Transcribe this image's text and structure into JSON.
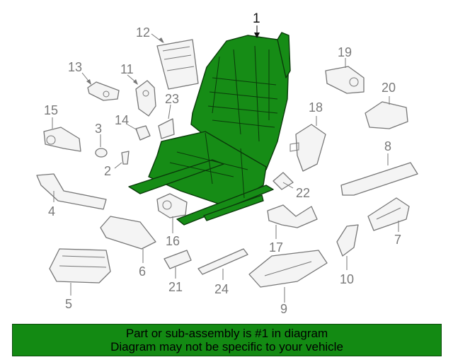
{
  "colors": {
    "highlight": "#168c16",
    "highlight_stroke": "#0a3a0a",
    "part_stroke": "#777777",
    "part_fill": "#f4f4f4",
    "banner": "#138a13"
  },
  "callouts": [
    {
      "num": "1",
      "main": true
    },
    {
      "num": "12"
    },
    {
      "num": "13"
    },
    {
      "num": "11"
    },
    {
      "num": "23"
    },
    {
      "num": "15"
    },
    {
      "num": "14"
    },
    {
      "num": "3"
    },
    {
      "num": "2"
    },
    {
      "num": "4"
    },
    {
      "num": "16"
    },
    {
      "num": "6"
    },
    {
      "num": "5"
    },
    {
      "num": "21"
    },
    {
      "num": "24"
    },
    {
      "num": "19"
    },
    {
      "num": "20"
    },
    {
      "num": "18"
    },
    {
      "num": "8"
    },
    {
      "num": "22"
    },
    {
      "num": "17"
    },
    {
      "num": "7"
    },
    {
      "num": "10"
    },
    {
      "num": "9"
    }
  ],
  "banner": {
    "line1": "Part or sub-assembly is #1 in diagram",
    "line2": "Diagram may not be specific to your vehicle"
  }
}
